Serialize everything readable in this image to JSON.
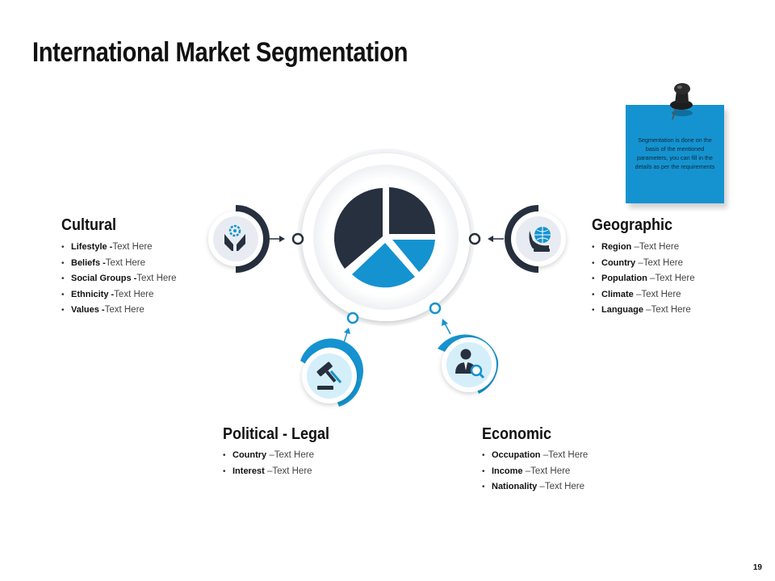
{
  "slide": {
    "title": "International Market Segmentation",
    "page_number": "19"
  },
  "note": {
    "text": "Segmentation is done on the basis of the mentioned parameters, you can fill in the details as per the requirements"
  },
  "segments": {
    "cultural": {
      "title": "Cultural",
      "items": [
        {
          "key": "Lifestyle -",
          "value": "Text Here"
        },
        {
          "key": "Beliefs -",
          "value": "Text Here"
        },
        {
          "key": "Social Groups -",
          "value": "Text Here"
        },
        {
          "key": "Ethnicity -",
          "value": "Text Here"
        },
        {
          "key": "Values -",
          "value": "Text Here"
        }
      ]
    },
    "geographic": {
      "title": "Geographic",
      "items": [
        {
          "key": "Region",
          "value": " –Text Here"
        },
        {
          "key": "Country",
          "value": " –Text Here"
        },
        {
          "key": "Population",
          "value": " –Text Here"
        },
        {
          "key": "Climate",
          "value": " –Text Here"
        },
        {
          "key": "Language",
          "value": " –Text Here"
        }
      ]
    },
    "political": {
      "title": "Political  - Legal",
      "items": [
        {
          "key": "Country",
          "value": " –Text Here"
        },
        {
          "key": "Interest",
          "value": "  –Text Here"
        }
      ]
    },
    "economic": {
      "title": "Economic",
      "items": [
        {
          "key": "Occupation",
          "value": " –Text Here"
        },
        {
          "key": "Income",
          "value": "  –Text Here"
        },
        {
          "key": "Nationality",
          "value": " –Text Here"
        }
      ]
    }
  },
  "colors": {
    "dark": "#27303f",
    "blue": "#1593d0",
    "light_icon_bg": "#e8ecf2",
    "light_blue_bg": "#d5effa"
  },
  "icons": {
    "center": "pie-chart-icon",
    "cultural": "hands-gear-icon",
    "geographic": "hand-globe-icon",
    "political": "gavel-icon",
    "economic": "businessman-search-icon",
    "note": "push-pin-icon"
  }
}
